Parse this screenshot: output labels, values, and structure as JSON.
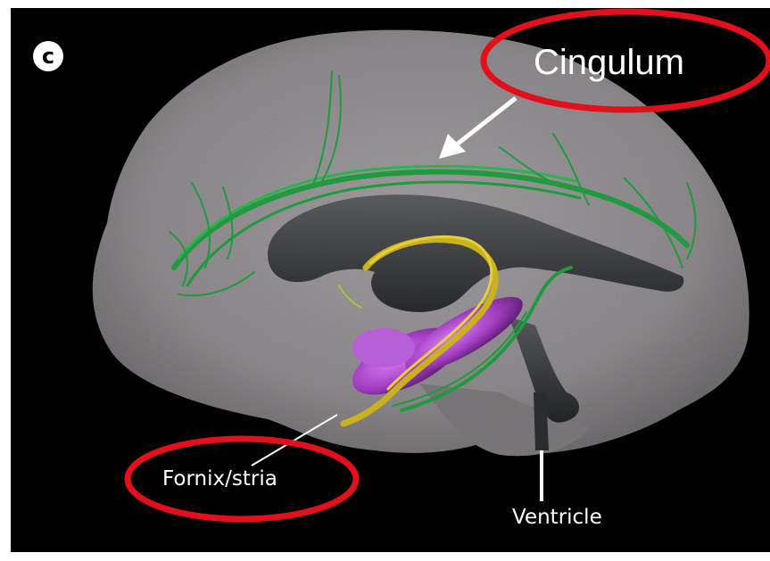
{
  "figure": {
    "panel_letter": "c",
    "labels": {
      "cingulum": "Cingulum",
      "fornix": "Fornix/stria",
      "ventricle": "Ventricle"
    },
    "colors": {
      "background": "#000000",
      "brain": "#8f8b8e",
      "cingulum_tract": "#1f9a3e",
      "fornix_tract": "#c9b21e",
      "ventricle": "#3a3b3d",
      "structure_purple": "#a43fc4",
      "highlight_circle": "#e3101b",
      "arrow": "#ffffff"
    }
  }
}
